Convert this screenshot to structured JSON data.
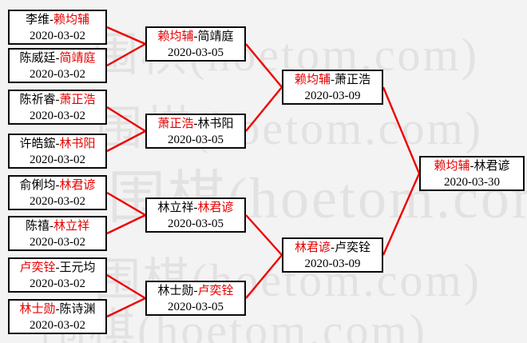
{
  "colors": {
    "winner-red": "#e60000",
    "line-red": "#ee0000",
    "box-border": "#0a0a0a",
    "box-bg": "#ffffff",
    "page-bg": "#f3f3f3",
    "watermark-gray": "#e2e2e2"
  },
  "watermark": {
    "text": "围棋(hoetom.com)"
  },
  "sep": "-",
  "bracket": {
    "round1": [
      {
        "p1": "李维",
        "p2": "赖均辅",
        "winner": "赖均辅",
        "date": "2020-03-02"
      },
      {
        "p1": "陈威廷",
        "p2": "简靖庭",
        "winner": "简靖庭",
        "date": "2020-03-02"
      },
      {
        "p1": "陈祈睿",
        "p2": "萧正浩",
        "winner": "萧正浩",
        "date": "2020-03-02"
      },
      {
        "p1": "许皓鋐",
        "p2": "林书阳",
        "winner": "林书阳",
        "date": "2020-03-02"
      },
      {
        "p1": "俞俐均",
        "p2": "林君谚",
        "winner": "林君谚",
        "date": "2020-03-02"
      },
      {
        "p1": "陈禧",
        "p2": "林立祥",
        "winner": "林立祥",
        "date": "2020-03-02"
      },
      {
        "p1": "卢奕铨",
        "p2": "王元均",
        "winner": "卢奕铨",
        "date": "2020-03-02"
      },
      {
        "p1": "林士勋",
        "p2": "陈诗渊",
        "winner": "林士勋",
        "date": "2020-03-02"
      }
    ],
    "round2": [
      {
        "p1": "赖均辅",
        "p2": "简靖庭",
        "winner": "赖均辅",
        "date": "2020-03-05"
      },
      {
        "p1": "萧正浩",
        "p2": "林书阳",
        "winner": "萧正浩",
        "date": "2020-03-05"
      },
      {
        "p1": "林立祥",
        "p2": "林君谚",
        "winner": "林君谚",
        "date": "2020-03-05"
      },
      {
        "p1": "林士勋",
        "p2": "卢奕铨",
        "winner": "卢奕铨",
        "date": "2020-03-05"
      }
    ],
    "semifinals": [
      {
        "p1": "赖均辅",
        "p2": "萧正浩",
        "winner": "赖均辅",
        "date": "2020-03-09"
      },
      {
        "p1": "林君谚",
        "p2": "卢奕铨",
        "winner": "林君谚",
        "date": "2020-03-09"
      }
    ],
    "final": [
      {
        "p1": "赖均辅",
        "p2": "林君谚",
        "winner": "赖均辅",
        "date": "2020-03-30"
      }
    ]
  }
}
